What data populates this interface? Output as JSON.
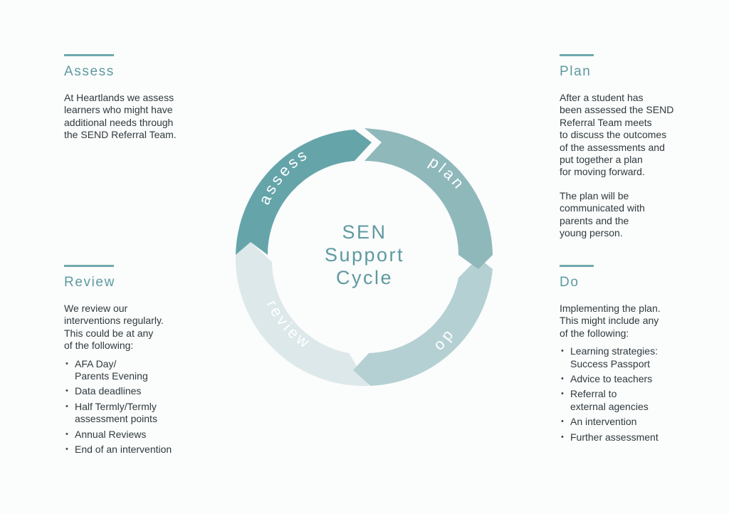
{
  "center": {
    "line1": "SEN",
    "line2": "Support",
    "line3": "Cycle"
  },
  "arcs": {
    "assess": "assess",
    "plan": "plan",
    "do": "do",
    "review": "review"
  },
  "colors": {
    "assess": "#65a5aa",
    "plan": "#8fb8bb",
    "do": "#b5d0d2",
    "review": "#dde8ea",
    "heading": "#5e9aa0"
  },
  "assess": {
    "title": "Assess",
    "paragraphs": [
      "At Heartlands we assess\nlearners who might have\nadditional needs through\nthe SEND Referral Team."
    ]
  },
  "plan": {
    "title": "Plan",
    "paragraphs": [
      "After a student has\nbeen assessed the SEND\nReferral Team meets\nto discuss the outcomes\nof the assessments and\nput together a plan\nfor moving forward.",
      "The plan will be\ncommunicated with\nparents and the\nyoung person."
    ]
  },
  "review": {
    "title": "Review",
    "intro": "We review our\ninterventions regularly.\nThis could be at any\nof the following:",
    "items": [
      "AFA Day/\nParents Evening",
      "Data deadlines",
      "Half Termly/Termly\nassessment points",
      "Annual Reviews",
      "End of an intervention"
    ]
  },
  "do": {
    "title": "Do",
    "intro": "Implementing the plan.\nThis might include any\nof the following:",
    "items": [
      "Learning strategies:\nSuccess Passport",
      "Advice to teachers",
      "Referral to\nexternal agencies",
      "An intervention",
      "Further assessment"
    ]
  }
}
